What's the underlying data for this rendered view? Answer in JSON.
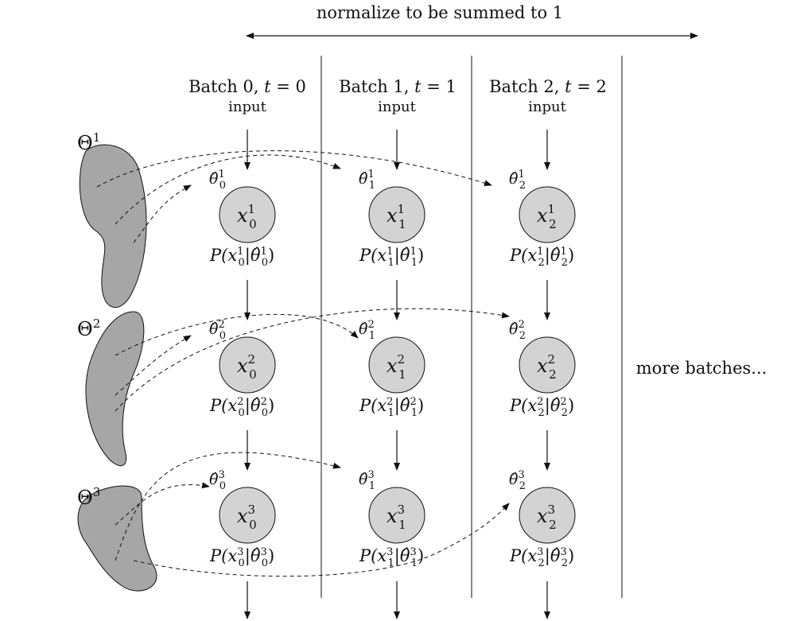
{
  "header": {
    "normalize_label": "normalize to be summed to 1"
  },
  "columns": [
    {
      "batch": "Batch 0, ",
      "t_var": "t",
      "t_eq": " = 0",
      "input": "input"
    },
    {
      "batch": "Batch 1, ",
      "t_var": "t",
      "t_eq": " = 1",
      "input": "input"
    },
    {
      "batch": "Batch 2, ",
      "t_var": "t",
      "t_eq": " = 2",
      "input": "input"
    }
  ],
  "more_label": "more batches...",
  "groups": [
    {
      "theta": "Θ",
      "sup": "1"
    },
    {
      "theta": "Θ",
      "sup": "2"
    },
    {
      "theta": "Θ",
      "sup": "3"
    }
  ],
  "node": {
    "var": "x",
    "theta_hat": "θ̂",
    "prob_prefix": "P(",
    "prob_bar": "|",
    "prob_suffix": ")"
  },
  "colors": {
    "node_fill": "#d3d3d3",
    "blob_fill": "#a6a6a6",
    "line": "#111111"
  }
}
